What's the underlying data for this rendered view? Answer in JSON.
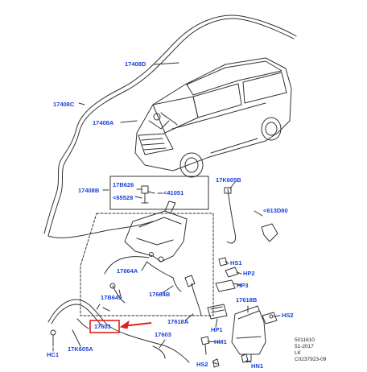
{
  "colors": {
    "callout": "#1a3fd8",
    "line": "#333333",
    "highlight": "#e0201a",
    "refText": "#222222"
  },
  "callouts": {
    "l17408D": "17408D",
    "l17408C": "17408C",
    "l17408A": "17408A",
    "l17408B": "17408B",
    "l17B626": "17B626",
    "l41051": "<41051",
    "l65528": "<65528",
    "l17K605B": "17K605B",
    "l613D80": "<613D80",
    "lHS1": "HS1",
    "lHP2": "HP2",
    "lHP3": "HP3",
    "l17664A": "17664A",
    "l17B649": "17B649",
    "l17664B": "17664B",
    "l17618B": "17618B",
    "lHS2a": "HS2",
    "l17618A": "17618A",
    "lHP1": "HP1",
    "l17603sel": "17603",
    "l17603": "17603",
    "lHM1": "HM1",
    "lHC1": "HC1",
    "l17K605A": "17K605A",
    "lHS2b": "HS2",
    "lHN1": "HN1"
  },
  "reference": {
    "line1": "5011610",
    "line2": "51-2017",
    "line3": "LK",
    "line4": "C0237923-09"
  }
}
